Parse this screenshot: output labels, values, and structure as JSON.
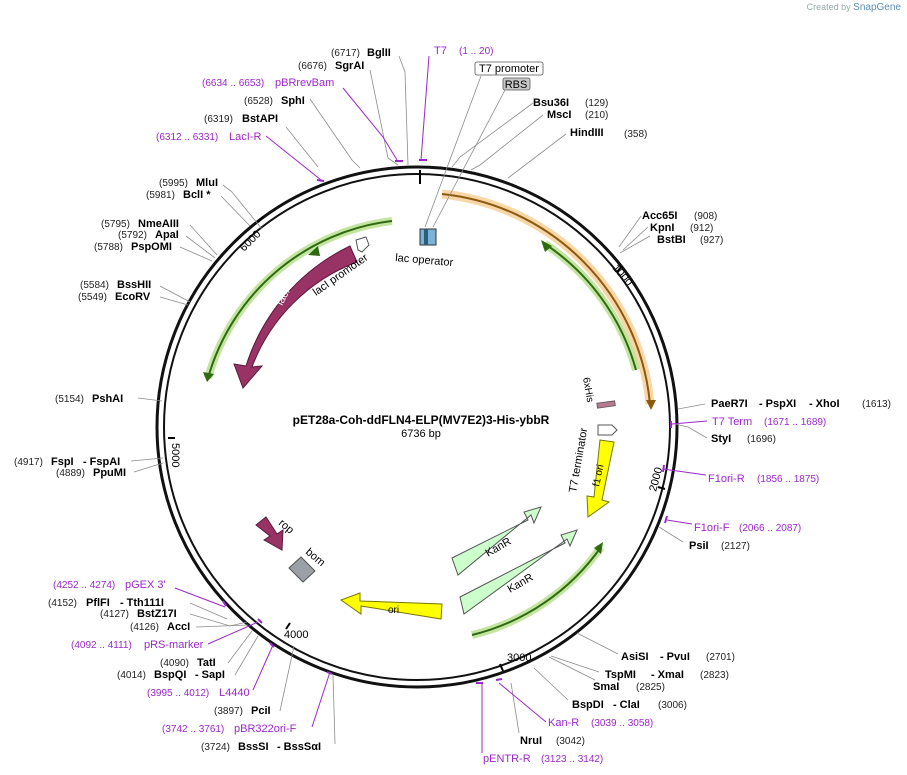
{
  "credit": {
    "prefix": "Created by",
    "app": "SnapGene"
  },
  "plasmid": {
    "name": "pET28a-Coh-ddFLN4-ELP(MV7E2)3-His-ybbR",
    "length": "6736 bp"
  },
  "ticks": [
    "1000",
    "2000",
    "3000",
    "4000",
    "5000",
    "6000"
  ],
  "sites": [
    {
      "name": "BglII",
      "pos": "(6717)"
    },
    {
      "name": "SgrAI",
      "pos": "(6676)"
    },
    {
      "name": "SphI",
      "pos": "(6528)"
    },
    {
      "name": "BstAPI",
      "pos": "(6319)"
    },
    {
      "name": "MluI",
      "pos": "(5995)"
    },
    {
      "name": "BclI *",
      "pos": "(5981)"
    },
    {
      "name": "NmeAIII",
      "pos": "(5795)"
    },
    {
      "name": "ApaI",
      "pos": "(5792)"
    },
    {
      "name": "PspOMI",
      "pos": "(5788)"
    },
    {
      "name": "BssHII",
      "pos": "(5584)"
    },
    {
      "name": "EcoRV",
      "pos": "(5549)"
    },
    {
      "name": "PshAI",
      "pos": "(5154)"
    },
    {
      "name": "FspI",
      "name2": "FspAI",
      "pos": "(4917)"
    },
    {
      "name": "PpuMI",
      "pos": "(4889)"
    },
    {
      "name": "PflFI",
      "name2": "Tth111I",
      "pos": "(4152)"
    },
    {
      "name": "BstZ17I",
      "pos": "(4127)"
    },
    {
      "name": "AccI",
      "pos": "(4126)"
    },
    {
      "name": "TatI",
      "pos": "(4090)"
    },
    {
      "name": "BspQI",
      "name2": "SapI",
      "pos": "(4014)"
    },
    {
      "name": "PciI",
      "pos": "(3897)"
    },
    {
      "name": "BssSI",
      "name2": "BssSαI",
      "pos": "(3724)"
    },
    {
      "name": "NruI",
      "pos": "(3042)"
    },
    {
      "name": "BspDI",
      "name2": "ClaI",
      "pos": "(3006)"
    },
    {
      "name": "SmaI",
      "pos": "(2825)"
    },
    {
      "name": "TspMI",
      "name2": "XmaI",
      "pos": "(2823)"
    },
    {
      "name": "AsiSI",
      "name2": "PvuI",
      "pos": "(2701)"
    },
    {
      "name": "PsiI",
      "pos": "(2127)"
    },
    {
      "name": "StyI",
      "pos": "(1696)"
    },
    {
      "name": "PaeR7I",
      "name2": "PspXI",
      "name3": "XhoI",
      "pos": "(1613)"
    },
    {
      "name": "BstBI",
      "pos": "(927)"
    },
    {
      "name": "KpnI",
      "pos": "(912)"
    },
    {
      "name": "Acc65I",
      "pos": "(908)"
    },
    {
      "name": "HindIII",
      "pos": "(358)"
    },
    {
      "name": "MscI",
      "pos": "(210)"
    },
    {
      "name": "Bsu36I",
      "pos": "(129)"
    }
  ],
  "primers": [
    {
      "name": "T7",
      "range": "(1 .. 20)"
    },
    {
      "name": "pBRrevBam",
      "range": "(6634 .. 6653)"
    },
    {
      "name": "LacI-R",
      "range": "(6312 .. 6331)"
    },
    {
      "name": "pGEX 3'",
      "range": "(4252 .. 4274)"
    },
    {
      "name": "pRS-marker",
      "range": "(4092 .. 4111)"
    },
    {
      "name": "L4440",
      "range": "(3995 .. 4012)"
    },
    {
      "name": "pBR322ori-F",
      "range": "(3742 .. 3761)"
    },
    {
      "name": "pENTR-R",
      "range": "(3123 .. 3142)"
    },
    {
      "name": "Kan-R",
      "range": "(3039 .. 3058)"
    },
    {
      "name": "F1ori-F",
      "range": "(2066 .. 2087)"
    },
    {
      "name": "F1ori-R",
      "range": "(1856 .. 1875)"
    },
    {
      "name": "T7 Term",
      "range": "(1671 .. 1689)"
    }
  ],
  "boxes": {
    "t7promoter": "T7 promoter",
    "rbs": "RBS"
  },
  "features": {
    "lac_operator": "lac operator",
    "laci": "lacI",
    "laci_promoter": "lacI promoter",
    "his": "6xHis",
    "t7_terminator": "T7 terminator",
    "f1ori": "f1 ori",
    "kanr1": "KanR",
    "kanr2": "KanR",
    "ori": "ori",
    "rop": "rop",
    "bom": "bom"
  },
  "colors": {
    "backbone": "#111111",
    "primer": "#9b28c9",
    "laci": "#993366",
    "kanr": "#ccffcc",
    "ori": "#ffff00",
    "orf_orange": "#f2a33a",
    "orf_green": "#66aa22",
    "bom": "#9aa0a6"
  }
}
